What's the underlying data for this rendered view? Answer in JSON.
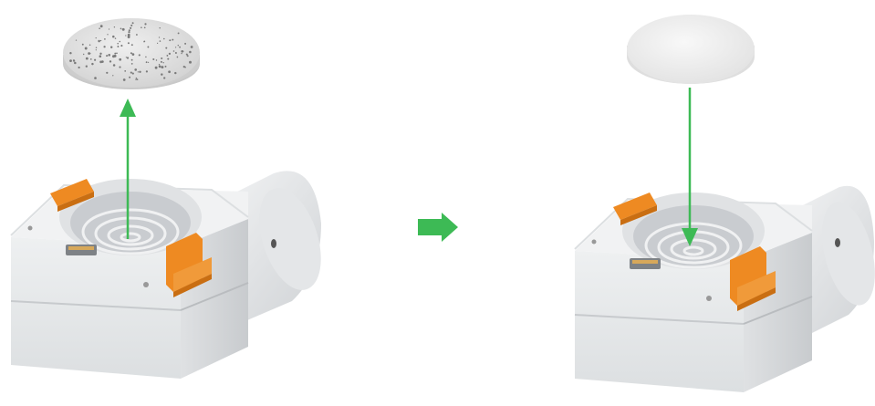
{
  "steps": [
    {
      "filter_pad": "used-speckled",
      "arrow_direction": "up",
      "action": "remove"
    },
    {
      "filter_pad": "new-clean",
      "arrow_direction": "down",
      "action": "insert"
    }
  ],
  "colors": {
    "arrow": "#3dba55",
    "housing": "#ebeced",
    "housing_shade": "#d6d8da",
    "housing_dark": "#c2c5c8",
    "clip": "#ee8a22",
    "clip_dark": "#c96e12",
    "pad_used": "#e3e3e3",
    "pad_new": "#f2f2f2",
    "speckle": "#7a7a7a"
  },
  "icons": {
    "transition": "right-arrow-icon",
    "motion": "vertical-arrow-icon"
  }
}
